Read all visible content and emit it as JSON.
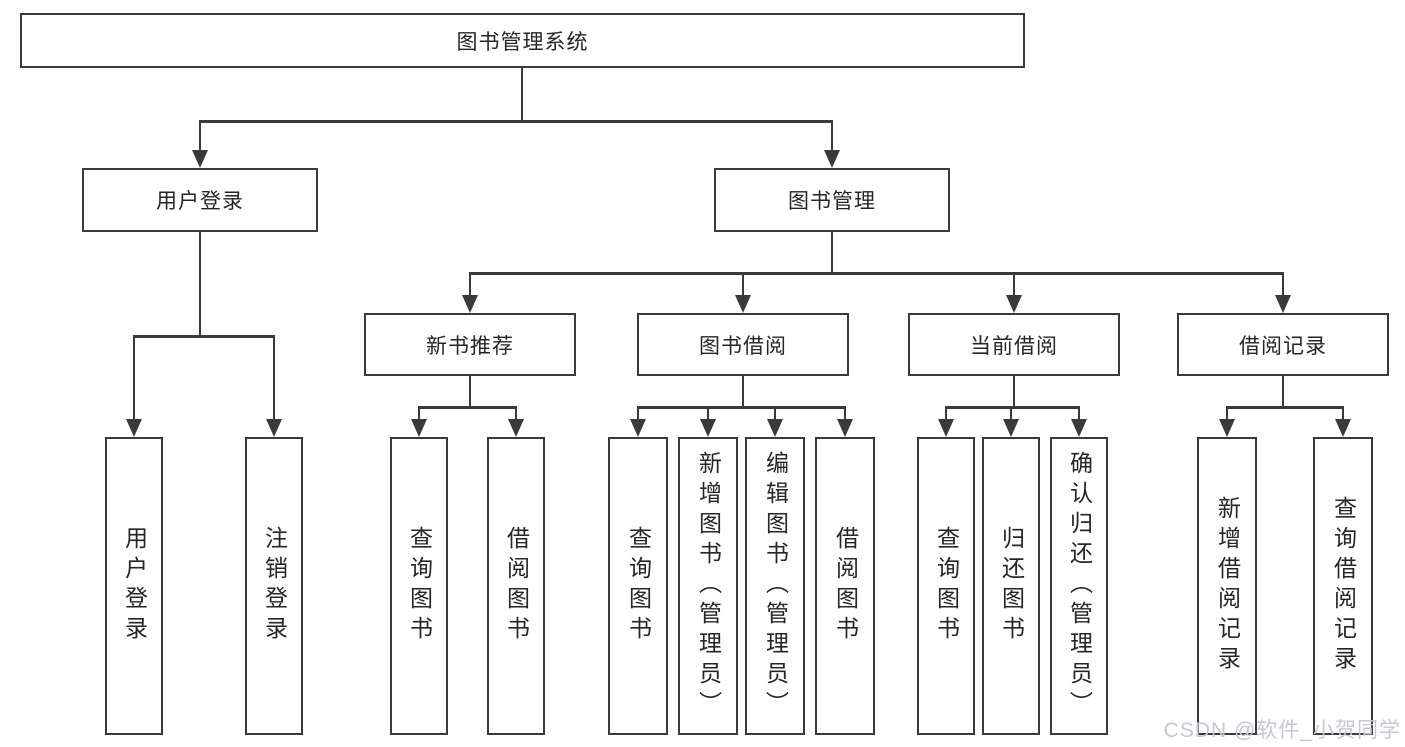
{
  "diagram_title": "图书管理系统",
  "nodes": {
    "root": "图书管理系统",
    "level2": [
      "用户登录",
      "图书管理"
    ],
    "level3": [
      "新书推荐",
      "图书借阅",
      "当前借阅",
      "借阅记录"
    ],
    "leaves": [
      "用户登录",
      "注销登录",
      "查询图书",
      "借阅图书",
      "查询图书",
      "新增图书（管理员）",
      "编辑图书（管理员）",
      "借阅图书",
      "查询图书",
      "归还图书",
      "确认归还（管理员）",
      "新增借阅记录",
      "查询借阅记录"
    ]
  },
  "edges": [
    "图书管理系统 -> 用户登录",
    "图书管理系统 -> 图书管理",
    "用户登录 -> 用户登录",
    "用户登录 -> 注销登录",
    "图书管理 -> 新书推荐",
    "图书管理 -> 图书借阅",
    "图书管理 -> 当前借阅",
    "图书管理 -> 借阅记录",
    "新书推荐 -> 查询图书",
    "新书推荐 -> 借阅图书",
    "图书借阅 -> 查询图书",
    "图书借阅 -> 新增图书（管理员）",
    "图书借阅 -> 编辑图书（管理员）",
    "图书借阅 -> 借阅图书",
    "当前借阅 -> 查询图书",
    "当前借阅 -> 归还图书",
    "当前借阅 -> 确认归还（管理员）",
    "借阅记录 -> 新增借阅记录",
    "借阅记录 -> 查询借阅记录"
  ],
  "watermark": "CSDN @软件_小贺同学",
  "colors": {
    "line": "#3a3a3a",
    "text": "#262626",
    "background": "#ffffff",
    "watermark": "#c7c7cf"
  }
}
